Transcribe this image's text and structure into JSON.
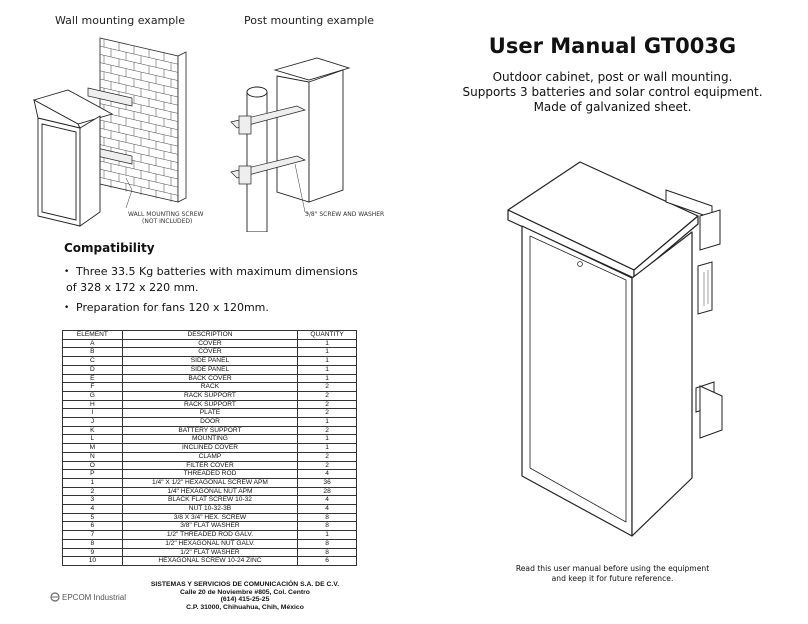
{
  "left": {
    "wall_caption": "Wall mounting example",
    "post_caption": "Post mounting example",
    "wall_screw_note_1": "WALL MOUNTING SCREW",
    "wall_screw_note_2": "(NOT INCLUDED)",
    "post_screw_note": "3/8\" SCREW AND WASHER",
    "compat_title": "Compatibility",
    "bullets": [
      "Three 33.5 Kg batteries with maximum dimensions",
      "of 328 x 172 x 220 mm.",
      "Preparation for fans 120 x 120mm."
    ],
    "table": {
      "headers": [
        "ELEMENT",
        "DESCRIPTION",
        "QUANTITY"
      ],
      "rows": [
        [
          "A",
          "COVER",
          "1"
        ],
        [
          "B",
          "COVER",
          "1"
        ],
        [
          "C",
          "SIDE PANEL",
          "1"
        ],
        [
          "D",
          "SIDE PANEL",
          "1"
        ],
        [
          "E",
          "BACK COVER",
          "1"
        ],
        [
          "F",
          "RACK",
          "2"
        ],
        [
          "G",
          "RACK SUPPORT",
          "2"
        ],
        [
          "H",
          "RACK SUPPORT",
          "2"
        ],
        [
          "I",
          "PLATE",
          "2"
        ],
        [
          "J",
          "DOOR",
          "1"
        ],
        [
          "K",
          "BATTERY SUPPORT",
          "2"
        ],
        [
          "L",
          "MOUNTING",
          "1"
        ],
        [
          "M",
          "INCLINED COVER",
          "1"
        ],
        [
          "N",
          "CLAMP",
          "2"
        ],
        [
          "O",
          "FILTER COVER",
          "2"
        ],
        [
          "P",
          "THREADED ROD",
          "4"
        ],
        [
          "1",
          "1/4\" X 1/2\" HEXAGONAL SCREW APM",
          "36"
        ],
        [
          "2",
          "1/4\" HEXAGONAL NUT APM",
          "28"
        ],
        [
          "3",
          "BLACK FLAT SCREW 10-32",
          "4"
        ],
        [
          "4",
          "NUT 10-32-3B",
          "4"
        ],
        [
          "5",
          "3/8 X 3/4\" HEX. SCREW",
          "8"
        ],
        [
          "6",
          "3/8\" FLAT WASHER",
          "8"
        ],
        [
          "7",
          "1/2\" THREADED ROD GALV.",
          "1"
        ],
        [
          "8",
          "1/2\" HEXAGONAL NUT GALV.",
          "8"
        ],
        [
          "9",
          "1/2\" FLAT WASHER",
          "8"
        ],
        [
          "10",
          "HEXAGONAL SCREW 10-24 ZINC",
          "6"
        ]
      ]
    },
    "company_lines": [
      "SISTEMAS Y SERVICIOS DE COMUNICACIÓN S.A. DE C.V.",
      "Calle 20 de Noviembre #805, Col. Centro",
      "(614) 415-25-25",
      "C.P. 31000, Chihuahua, Chih, México"
    ],
    "logo_text": "EPCOM Industrial"
  },
  "right": {
    "title": "User Manual GT003G",
    "subtitle_lines": [
      "Outdoor cabinet, post or wall mounting.",
      "Supports 3 batteries and solar control equipment.",
      "Made of galvanized sheet."
    ],
    "footer_lines": [
      "Read this user manual before using the equipment",
      "and keep it for future reference."
    ]
  }
}
